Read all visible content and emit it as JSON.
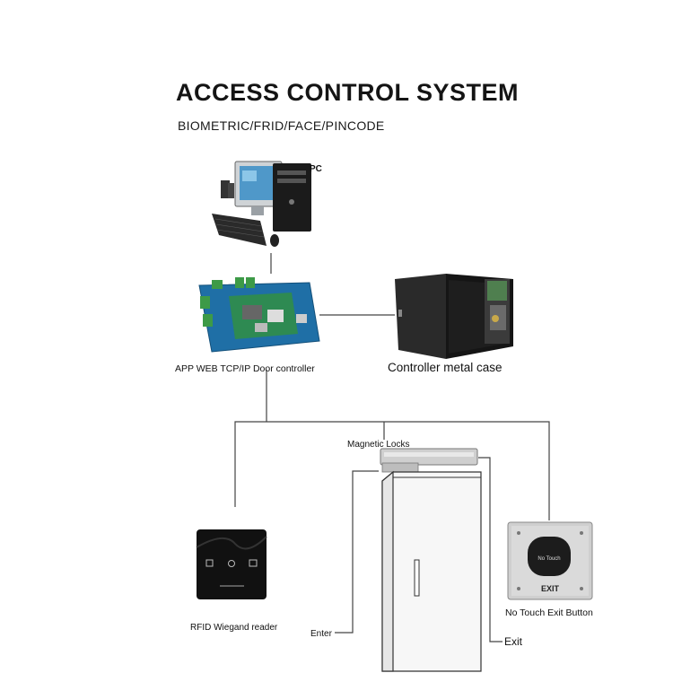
{
  "title": "ACCESS CONTROL SYSTEM",
  "subtitle": "BIOMETRIC/FRID/FACE/PINCODE",
  "labels": {
    "pc": "PC",
    "controller": "APP WEB TCP/IP Door controller",
    "metal_case": "Controller metal case",
    "magnetic_locks": "Magnetic Locks",
    "exit_button": "No Touch Exit Button",
    "rfid_reader": "RFID Wiegand reader",
    "enter": "Enter",
    "exit": "Exit",
    "exit_plate": "EXIT",
    "button_text": "No Touch"
  }
}
